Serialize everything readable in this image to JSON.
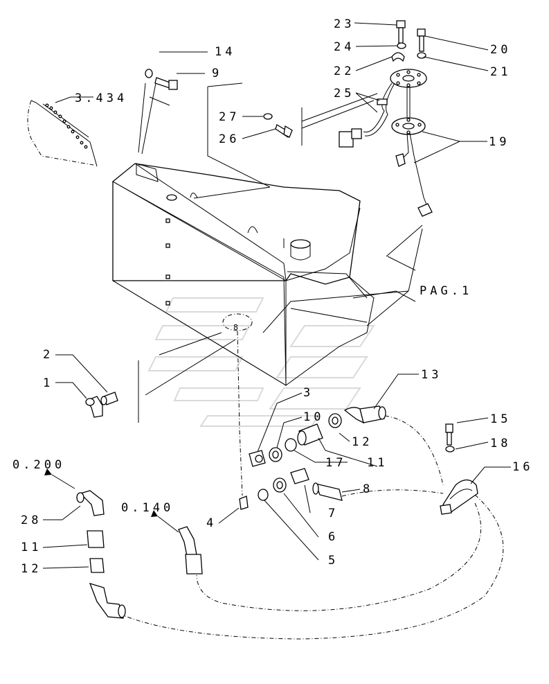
{
  "labels": {
    "l23": "23",
    "l24": "24",
    "l22": "22",
    "l25": "25",
    "l20": "20",
    "l21": "21",
    "l19": "19",
    "l14": "14",
    "l9": "9",
    "l3434": "3.434",
    "l27": "27",
    "l26": "26",
    "lpag1": "PAG.1",
    "l2": "2",
    "l1": "1",
    "l13": "13",
    "l3": "3",
    "l10": "10",
    "l12a": "12",
    "l17": "17",
    "l11a": "11",
    "l15": "15",
    "l18": "18",
    "l16": "16",
    "l8": "8",
    "l0200": "0.200",
    "l0140": "0.140",
    "l28": "28",
    "l11b": "11",
    "l12b": "12",
    "l4": "4",
    "l7": "7",
    "l6": "6",
    "l5": "5"
  }
}
